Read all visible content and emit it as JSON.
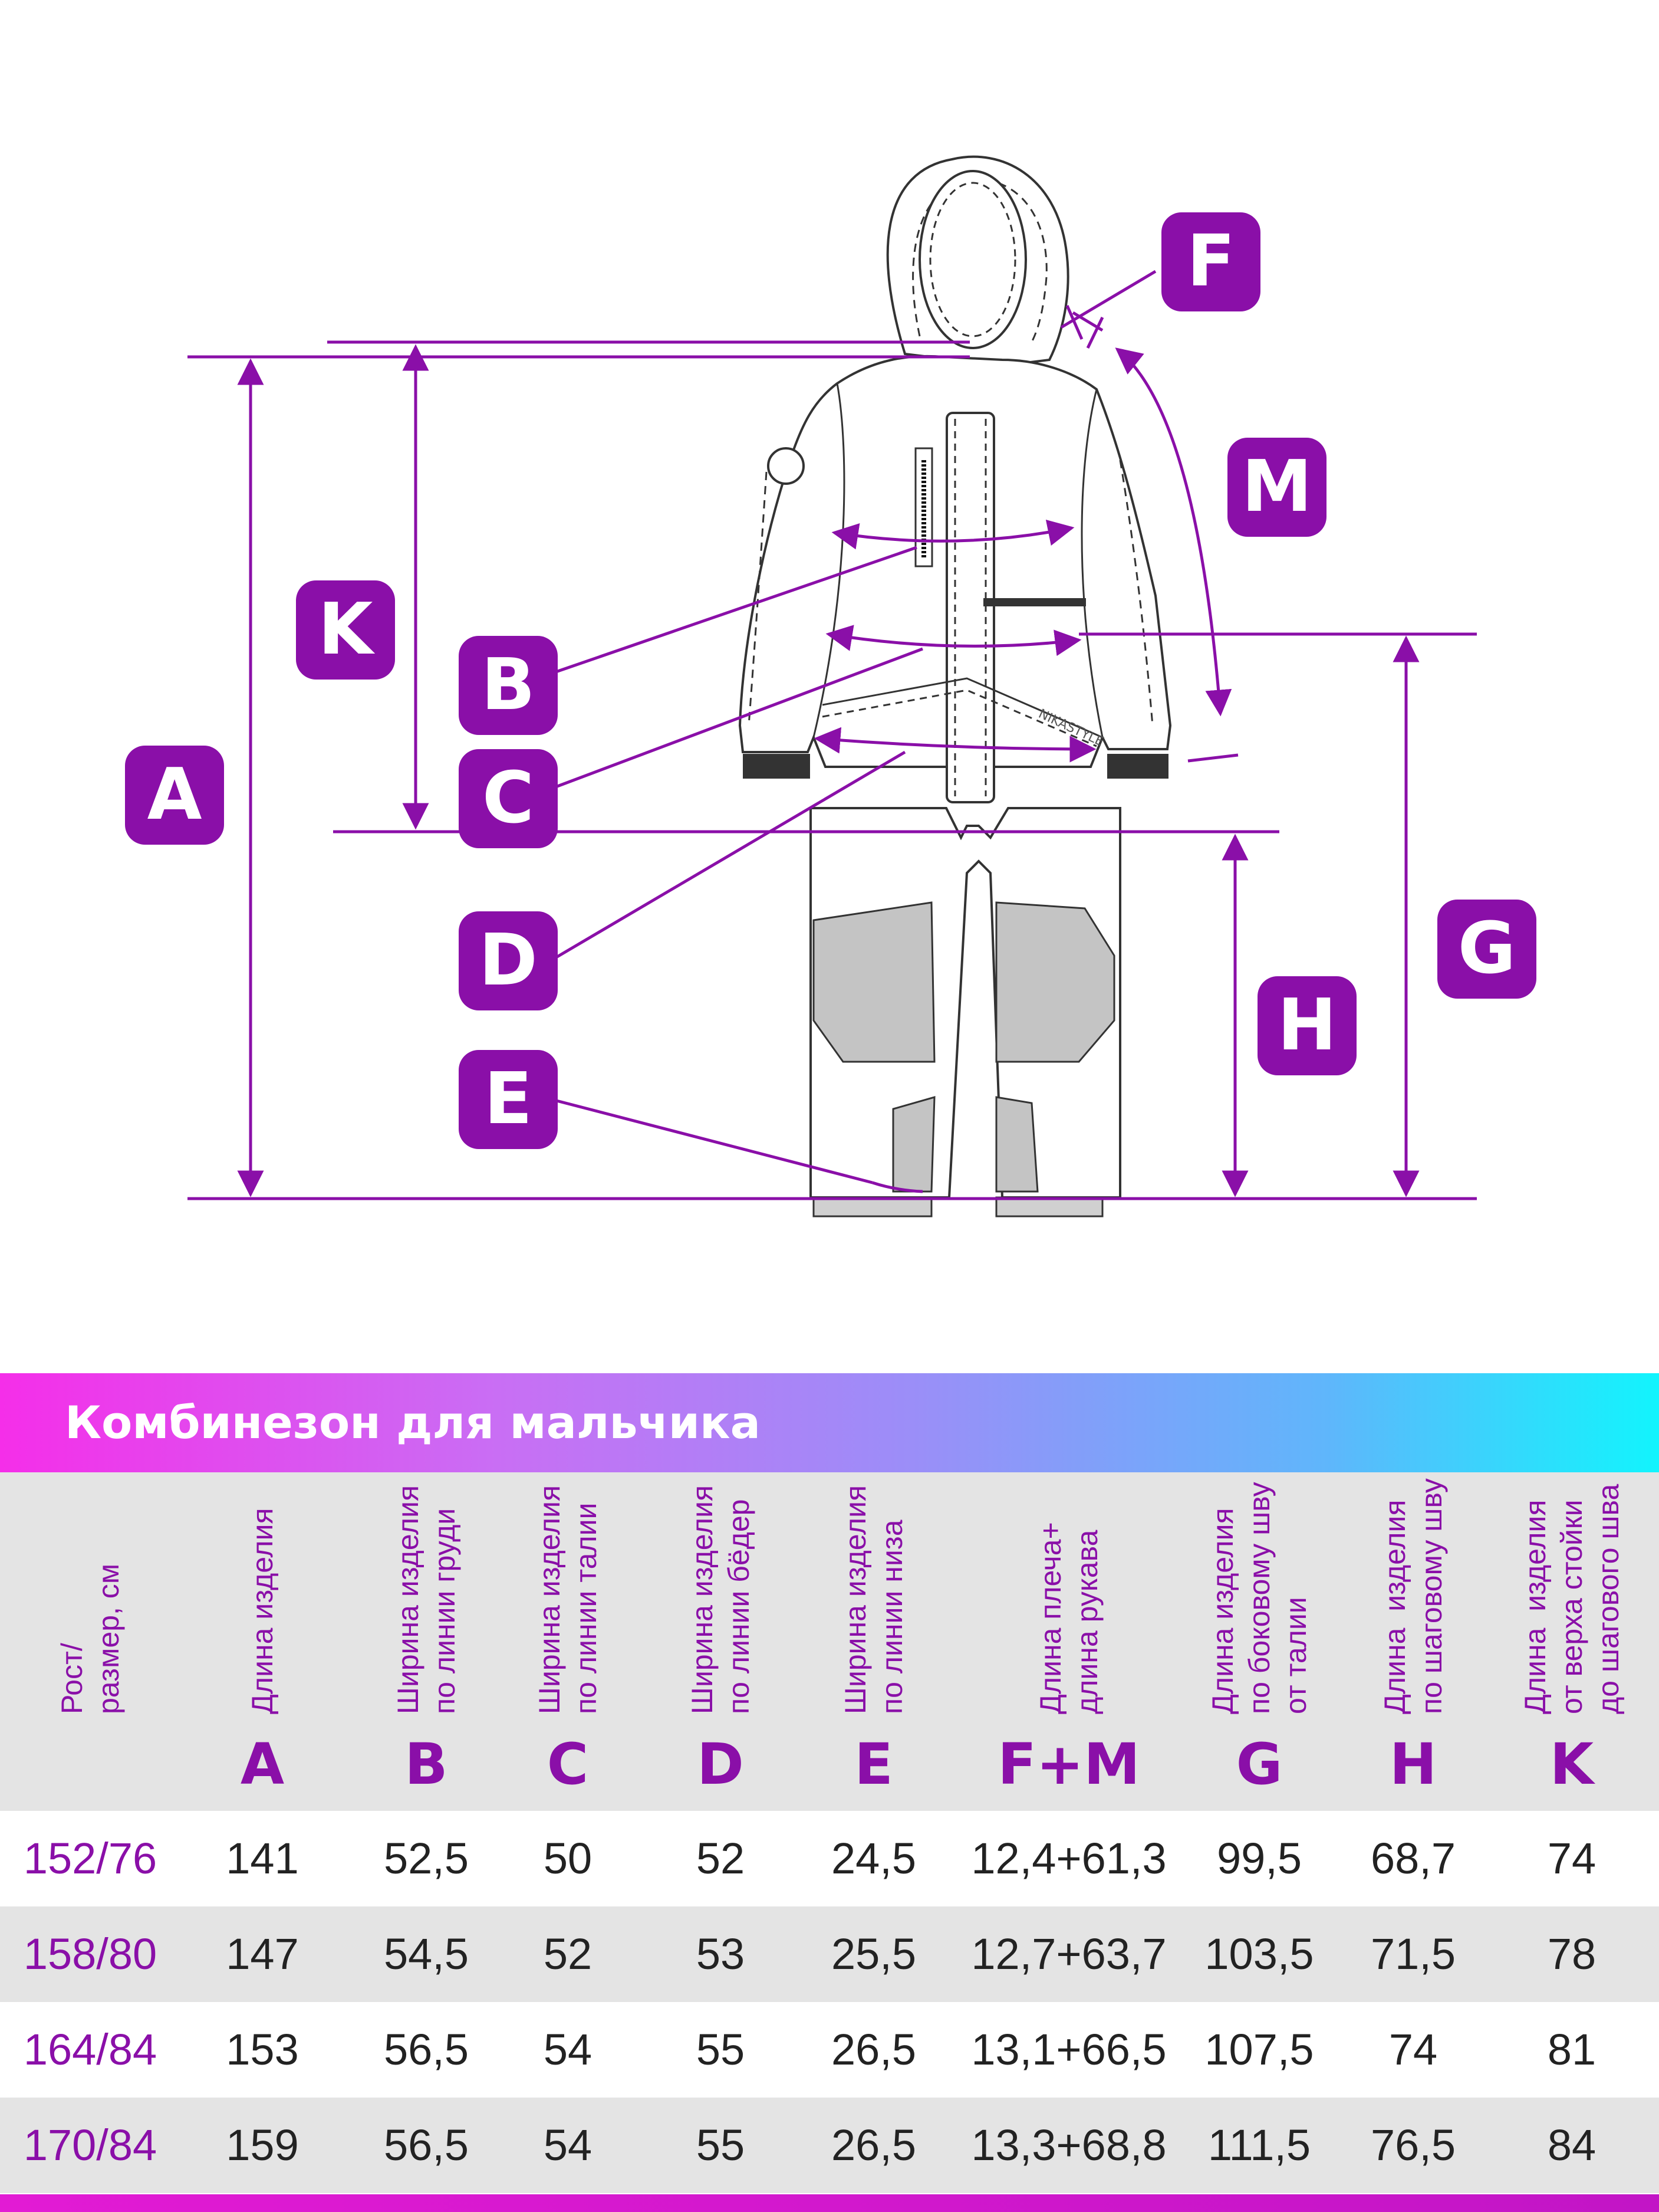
{
  "colors": {
    "accent": "#8a0fa8",
    "header_bg": "#e4e4e4",
    "gradient_start": "#f52ee9",
    "gradient_end": "#12f4fd"
  },
  "diagram": {
    "badges": {
      "A": "A",
      "B": "B",
      "C": "C",
      "D": "D",
      "E": "E",
      "F": "F",
      "G": "G",
      "H": "H",
      "K": "K",
      "M": "M"
    },
    "brand_text": "NIKASTYLE"
  },
  "table": {
    "title": "Комбинезон для мальчика",
    "columns": [
      {
        "label": "Рост/\nразмер, см",
        "letter": ""
      },
      {
        "label": "Длина изделия",
        "letter": "A"
      },
      {
        "label": "Ширина изделия\nпо линии груди",
        "letter": "B"
      },
      {
        "label": "Ширина изделия\nпо линии талии",
        "letter": "C"
      },
      {
        "label": "Ширина изделия\nпо линии бёдер",
        "letter": "D"
      },
      {
        "label": "Ширина изделия\nпо линии низа",
        "letter": "E"
      },
      {
        "label": "Длина плеча+\nдлина рукава",
        "letter": "F+M"
      },
      {
        "label": "Длина изделия\nпо боковому шву\nот талии",
        "letter": "G"
      },
      {
        "label": "Длина  изделия\nпо шаговому шву",
        "letter": "H"
      },
      {
        "label": "Длина  изделия\nот верха стойки\nдо шагового шва",
        "letter": "K"
      }
    ],
    "rows": [
      [
        "152/76",
        "141",
        "52,5",
        "50",
        "52",
        "24,5",
        "12,4+61,3",
        "99,5",
        "68,7",
        "74"
      ],
      [
        "158/80",
        "147",
        "54,5",
        "52",
        "53",
        "25,5",
        "12,7+63,7",
        "103,5",
        "71,5",
        "78"
      ],
      [
        "164/84",
        "153",
        "56,5",
        "54",
        "55",
        "26,5",
        "13,1+66,5",
        "107,5",
        "74",
        "81"
      ],
      [
        "170/84",
        "159",
        "56,5",
        "54",
        "55",
        "26,5",
        "13,3+68,8",
        "111,5",
        "76,5",
        "84"
      ]
    ]
  }
}
